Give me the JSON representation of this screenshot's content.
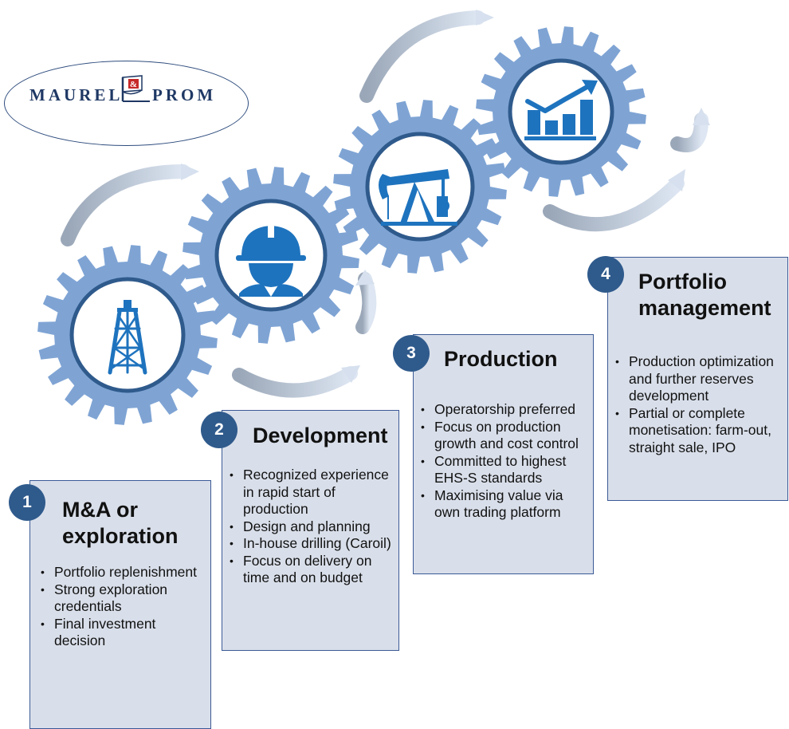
{
  "logo": {
    "left": "MAUREL",
    "ampersand": "&",
    "right": "PROM"
  },
  "stages": [
    {
      "number": "1",
      "title": "M&A or exploration",
      "icon": "oil-derrick-icon",
      "bullets": [
        "Portfolio replenishment",
        "Strong exploration credentials",
        "Final investment decision"
      ]
    },
    {
      "number": "2",
      "title": "Development",
      "icon": "hard-hat-worker-icon",
      "bullets": [
        "Recognized experience in rapid start of production",
        "Design and planning",
        "In-house drilling (Caroil)",
        "Focus on delivery on time and on budget"
      ]
    },
    {
      "number": "3",
      "title": "Production",
      "icon": "pumpjack-icon",
      "bullets": [
        "Operatorship preferred",
        "Focus on production growth and cost control",
        "Committed to highest EHS-S standards",
        "Maximising value via own trading platform"
      ]
    },
    {
      "number": "4",
      "title": "Portfolio management",
      "icon": "growth-chart-icon",
      "bullets": [
        "Production optimization and further reserves development",
        "Partial or complete monetisation: farm-out, straight sale, IPO"
      ]
    }
  ],
  "colors": {
    "gear": "#7fa4d4",
    "icon": "#1e73be",
    "box": "#d9dfea",
    "badge": "#2f5a8c",
    "arrow": "#b9c5d6"
  }
}
